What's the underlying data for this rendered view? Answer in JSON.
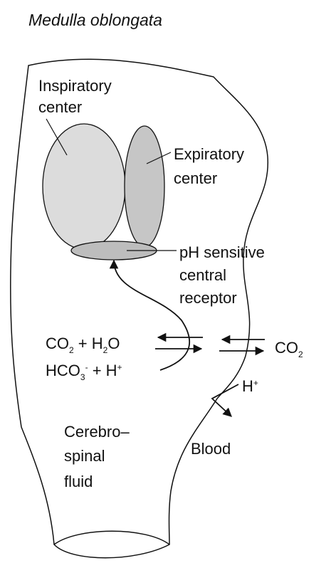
{
  "title": "Medulla oblongata",
  "regions": {
    "inspiratory": [
      "Inspiratory",
      "center"
    ],
    "expiratory": [
      "Expiratory",
      "center"
    ],
    "receptor": [
      "pH sensitive",
      "central",
      "receptor"
    ],
    "csf": [
      "Cerebro–",
      "spinal",
      "fluid"
    ],
    "blood": "Blood"
  },
  "chemistry": {
    "co2": "CO",
    "co2_sub": "2",
    "plus": " + ",
    "h": "H",
    "h2o_sub": "2",
    "o": "O",
    "hco": "HCO",
    "hco_sub": "3",
    "hco_sup": "-",
    "hplus": "H",
    "hplus_sup": "+",
    "co2_right": "CO",
    "co2_right_sub": "2",
    "blood_h": "H",
    "blood_h_sup": "+"
  },
  "colors": {
    "line": "#111111",
    "inspiratory_fill": "#dcdcdc",
    "expiratory_fill": "#c6c6c6",
    "receptor_fill": "#bdbdbd"
  }
}
